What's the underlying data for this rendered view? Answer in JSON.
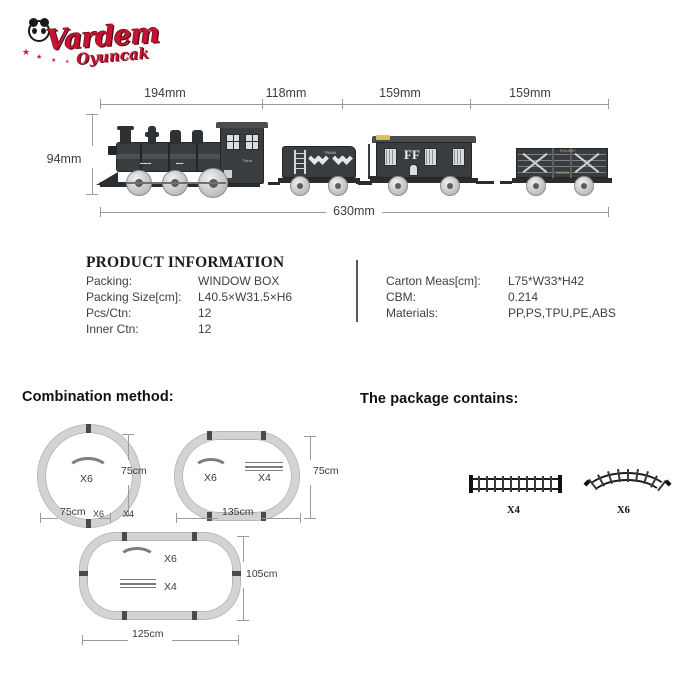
{
  "brand": {
    "name": "Vardem",
    "subtitle": "Oyuncak",
    "logo_color": "#c41230"
  },
  "train_dimensions": {
    "segments": [
      {
        "label": "194mm",
        "part": "locomotive"
      },
      {
        "label": "118mm",
        "part": "tender"
      },
      {
        "label": "159mm",
        "part": "boxcar"
      },
      {
        "label": "159mm",
        "part": "gondola"
      }
    ],
    "height_label": "94mm",
    "total_length_label": "630mm"
  },
  "product_information": {
    "title": "PRODUCT INFORMATION",
    "left": [
      {
        "key": "Packing:",
        "value": "WINDOW BOX"
      },
      {
        "key": "Packing Size[cm]:",
        "value": "L40.5×W31.5×H6"
      },
      {
        "key": "Pcs/Ctn:",
        "value": "12"
      },
      {
        "key": "Inner Ctn:",
        "value": "12"
      }
    ],
    "right": [
      {
        "key": "Carton Meas[cm]:",
        "value": "L75*W33*H42"
      },
      {
        "key": "CBM:",
        "value": "0.214"
      },
      {
        "key": "Materials:",
        "value": "PP,PS,TPU,PE,ABS"
      }
    ]
  },
  "combination": {
    "heading": "Combination method:",
    "layouts": [
      {
        "shape": "circle",
        "width_label": "75cm",
        "height_label": "75cm",
        "pieces": [
          {
            "type": "curved",
            "qty": "X6"
          }
        ],
        "extra_qty": "X6",
        "side_qty": "X4"
      },
      {
        "shape": "oval",
        "width_label": "135cm",
        "height_label": "75cm",
        "pieces": [
          {
            "type": "curved",
            "qty": "X6"
          },
          {
            "type": "straight",
            "qty": "X4"
          }
        ]
      },
      {
        "shape": "stadium",
        "width_label": "125cm",
        "height_label": "105cm",
        "pieces": [
          {
            "type": "curved",
            "qty": "X6"
          },
          {
            "type": "straight",
            "qty": "X4"
          }
        ]
      }
    ]
  },
  "package_contents": {
    "heading": "The package contains:",
    "items": [
      {
        "type": "straight-track",
        "qty": "X4"
      },
      {
        "type": "curved-track",
        "qty": "X6"
      }
    ]
  }
}
